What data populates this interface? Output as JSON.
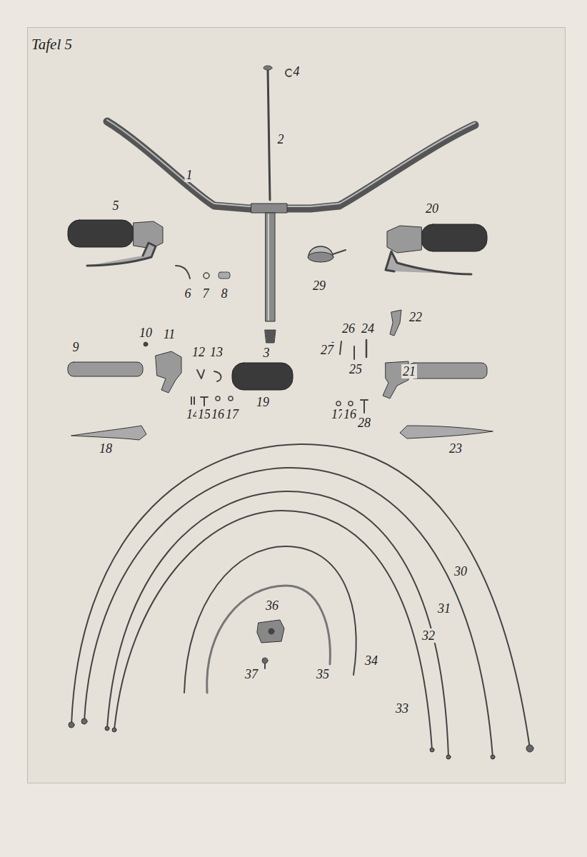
{
  "diagram": {
    "title": "Tafel 5",
    "labels": [
      "4",
      "2",
      "1",
      "5",
      "20",
      "29",
      "6",
      "7",
      "8",
      "22",
      "26",
      "24",
      "10",
      "11",
      "9",
      "12",
      "13",
      "3",
      "27",
      "25",
      "21",
      "19",
      "14",
      "15",
      "16",
      "17",
      "17",
      "16",
      "28",
      "18",
      "23",
      "30",
      "31",
      "32",
      "36",
      "34",
      "37",
      "35",
      "33"
    ]
  }
}
